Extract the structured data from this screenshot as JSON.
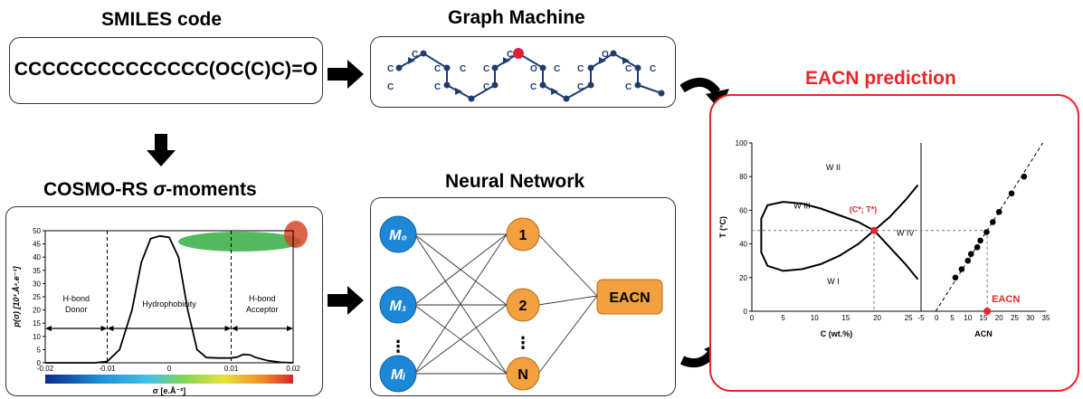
{
  "smiles": {
    "title": "SMILES code",
    "code": "CCCCCCCCCCCCCC(OC(C)C)=O"
  },
  "graph": {
    "title": "Graph Machine",
    "atom": "C",
    "oxygen": "O"
  },
  "cosmo": {
    "title_prefix": "COSMO-RS ",
    "title_sigma": "σ",
    "title_suffix": "-moments",
    "ylabel": "p(σ) [10³.Å⁴.e⁻¹]",
    "xlabel": "σ [e.Å⁻²]",
    "yticks": [
      "0",
      "5",
      "10",
      "15",
      "20",
      "25",
      "30",
      "35",
      "40",
      "45",
      "50"
    ],
    "xticks": [
      "-0.02",
      "-0.01",
      "0",
      "0.01",
      "0.02"
    ],
    "regions": {
      "donor": [
        "H-bond",
        "Donor"
      ],
      "hydrophobicity": "Hydrophobicity",
      "acceptor": [
        "H-bond",
        "Acceptor"
      ]
    }
  },
  "neural": {
    "title": "Neural Network",
    "inputs": [
      "M₀",
      "M₁",
      "⋮",
      "Mᵢ"
    ],
    "hidden": [
      "1",
      "2",
      "⋮",
      "N"
    ],
    "output": "EACN"
  },
  "prediction": {
    "title": "EACN prediction",
    "left_chart": {
      "ylabel": "T (°C)",
      "xlabel": "C (wt.%)",
      "yticks": [
        "0",
        "20",
        "40",
        "60",
        "80",
        "100"
      ],
      "xticks": [
        "0",
        "5",
        "10",
        "15",
        "20",
        "25"
      ],
      "regions": [
        "W II",
        "W III",
        "W IV",
        "W I"
      ],
      "point_label": "(C*; T*)"
    },
    "right_chart": {
      "xlabel": "ACN",
      "xticks": [
        "-5",
        "0",
        "5",
        "10",
        "15",
        "20",
        "25",
        "30",
        "35"
      ],
      "marker_label": "EACN"
    }
  },
  "colors": {
    "accent_red": "#e8262a",
    "node_blue": "#1e88d8",
    "node_orange": "#f2a040",
    "graph_blue": "#1f3c6e"
  },
  "chart_data": [
    {
      "type": "line",
      "title": "COSMO-RS σ-moments",
      "xlabel": "σ [e.Å⁻²]",
      "ylabel": "p(σ) [10³.Å⁴.e⁻¹]",
      "xlim": [
        -0.02,
        0.02
      ],
      "ylim": [
        0,
        50
      ],
      "series": [
        {
          "x": [
            -0.02,
            -0.017,
            -0.015,
            -0.012,
            -0.01,
            -0.008,
            -0.006,
            -0.0045,
            -0.003,
            -0.0015,
            0,
            0.0015,
            0.003,
            0.0045,
            0.006,
            0.008,
            0.01,
            0.011,
            0.012,
            0.013,
            0.014,
            0.016,
            0.018,
            0.02
          ],
          "values": [
            0,
            0,
            0,
            0,
            0.5,
            5,
            20,
            38,
            47,
            48,
            47.5,
            40,
            20,
            5,
            2,
            1.8,
            1.8,
            2.2,
            3.2,
            3,
            2,
            0.8,
            0.2,
            0
          ]
        }
      ]
    },
    {
      "type": "line",
      "xlabel": "C (wt.%)",
      "ylabel": "T (°C)",
      "xlim": [
        0,
        27
      ],
      "ylim": [
        0,
        100
      ],
      "point": {
        "x": 19.5,
        "y": 48
      },
      "series": [
        {
          "x": [
            19.5,
            17,
            14,
            11,
            8,
            5,
            2.5,
            1.5,
            1.5,
            2.5,
            5,
            8,
            11,
            14,
            17,
            19.5,
            22,
            24.5,
            26.5
          ],
          "values": [
            48,
            40,
            33,
            28,
            25,
            24,
            27,
            35,
            55,
            63,
            65,
            64,
            61,
            57,
            53,
            48,
            56,
            66,
            75
          ]
        },
        {
          "x": [
            19.5,
            22,
            24.5,
            26.5
          ],
          "values": [
            48,
            38,
            28,
            19
          ]
        }
      ]
    },
    {
      "type": "scatter",
      "xlabel": "ACN",
      "xlim": [
        -5,
        35
      ],
      "ylim": [
        0,
        100
      ],
      "eacn": 16.2,
      "series": [
        {
          "x": [
            6,
            8,
            10,
            11,
            13,
            14,
            16,
            18,
            20,
            24,
            28
          ],
          "values": [
            20,
            25,
            30,
            34,
            38,
            42,
            47,
            53,
            59,
            70,
            80
          ]
        }
      ]
    }
  ]
}
